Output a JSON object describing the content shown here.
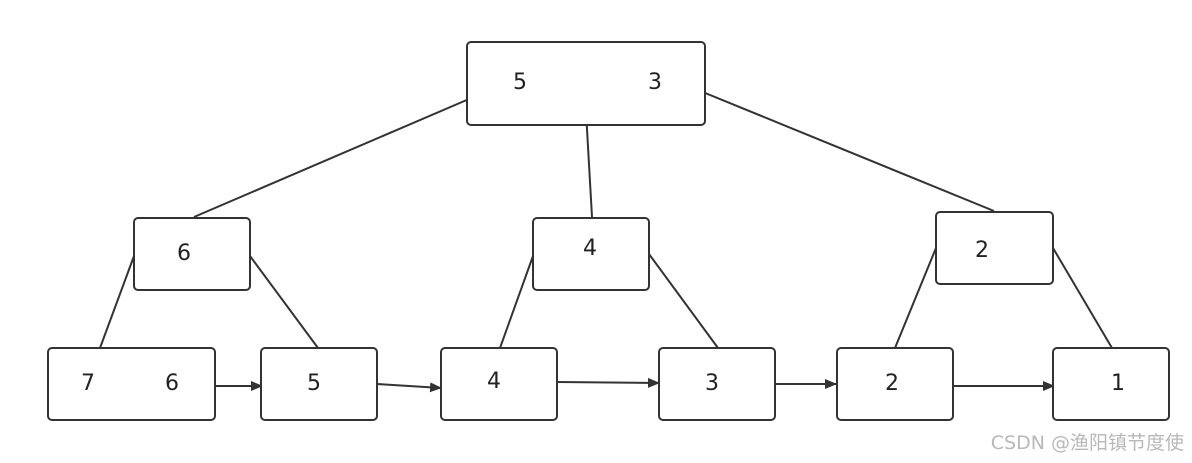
{
  "tree": {
    "root": {
      "keys": [
        "5",
        "3"
      ]
    },
    "internal": [
      {
        "keys": [
          "6"
        ]
      },
      {
        "keys": [
          "4"
        ]
      },
      {
        "keys": [
          "2"
        ]
      }
    ],
    "leaves": [
      {
        "keys": [
          "7",
          "6"
        ]
      },
      {
        "keys": [
          "5"
        ]
      },
      {
        "keys": [
          "4"
        ]
      },
      {
        "keys": [
          "3"
        ]
      },
      {
        "keys": [
          "2"
        ]
      },
      {
        "keys": [
          "1"
        ]
      }
    ]
  },
  "watermark": "CSDN @渔阳镇节度使"
}
